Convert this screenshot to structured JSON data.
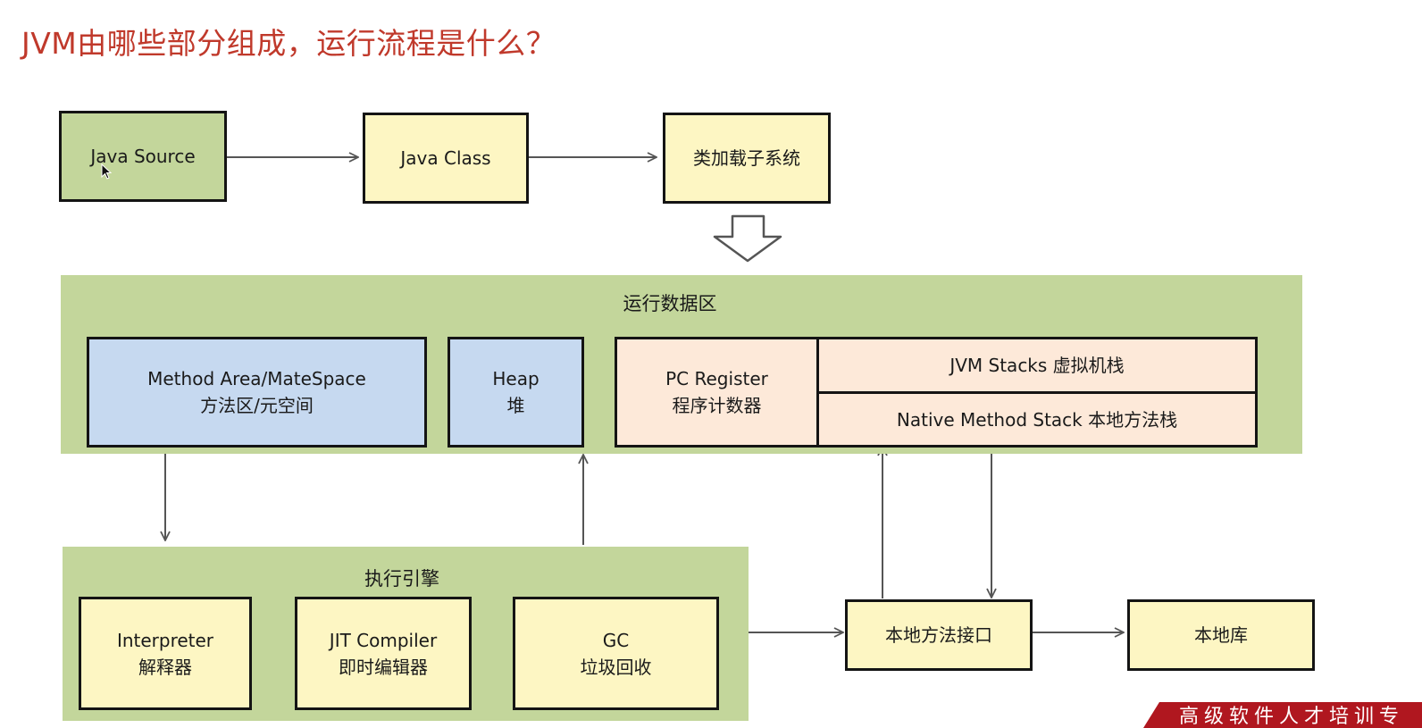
{
  "page": {
    "title": "JVM由哪些部分组成，运行流程是什么？"
  },
  "top_row": {
    "java_source": "Java Source",
    "java_class": "Java Class",
    "class_loader": "类加载子系统"
  },
  "runtime_data_area": {
    "label": "运行数据区",
    "method_area": {
      "line1": "Method Area/MateSpace",
      "line2": "方法区/元空间"
    },
    "heap": {
      "line1": "Heap",
      "line2": "堆"
    },
    "pc_register": {
      "line1": "PC Register",
      "line2": "程序计数器"
    },
    "jvm_stacks": "JVM Stacks 虚拟机栈",
    "native_method_stack": "Native Method Stack 本地方法栈"
  },
  "execution_engine": {
    "label": "执行引擎",
    "interpreter": {
      "line1": "Interpreter",
      "line2": "解释器"
    },
    "jit_compiler": {
      "line1": "JIT Compiler",
      "line2": "即时编辑器"
    },
    "gc": {
      "line1": "GC",
      "line2": "垃圾回收"
    }
  },
  "native": {
    "native_method_interface": "本地方法接口",
    "native_library": "本地库"
  },
  "banner": {
    "text": "高级软件人才培训专"
  },
  "colors": {
    "title": "#c0392b",
    "green": "#c3d69b",
    "yellow": "#fdf6c3",
    "blue": "#c6d9f0",
    "pink": "#fde9d9",
    "banner": "#b0171f"
  }
}
